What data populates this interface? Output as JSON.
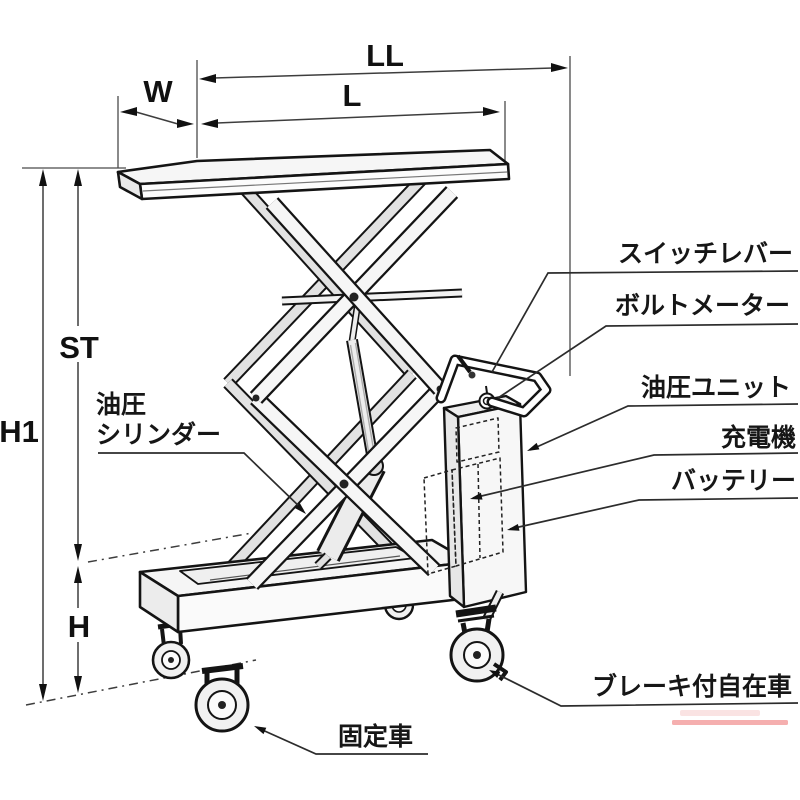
{
  "dimensions": {
    "ll": "LL",
    "l": "L",
    "w": "W",
    "st": "ST",
    "h1": "H1",
    "h": "H"
  },
  "labels": {
    "switch_lever": "スイッチレバー",
    "volt_meter": "ボルトメーター",
    "hydraulic_unit": "油圧ユニット",
    "charger": "充電機",
    "battery": "バッテリー",
    "hydraulic_cylinder_line1": "油圧",
    "hydraulic_cylinder_line2": "シリンダー",
    "swivel_caster_with_brake": "ブレーキ付自在車",
    "fixed_caster": "固定車"
  },
  "colors": {
    "line": "#141414",
    "dimension_line": "#3d3d3d",
    "watermark": "#f29b9b",
    "background": "#ffffff"
  }
}
